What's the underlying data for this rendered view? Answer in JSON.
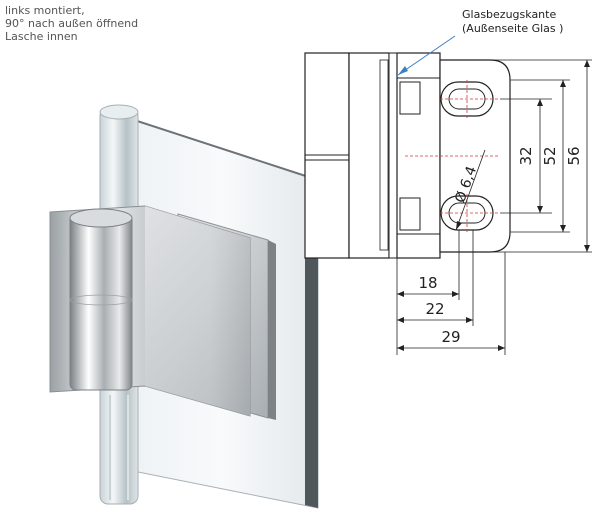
{
  "notes": {
    "mounting_lines": [
      "links montiert,",
      "90° nach außen öffnend",
      "Lasche innen"
    ]
  },
  "drawing": {
    "callout": {
      "line1": "Glasbezugskante",
      "line2": "(Außenseite Glas )"
    },
    "dimensions": {
      "hole_spacing": "32",
      "plate_mid": "52",
      "plate_height": "56",
      "diameter": "Ø 6,4",
      "width_small": "18",
      "width_mid": "22",
      "width_total": "29"
    },
    "callout_color": "#3a7fc4",
    "centerline_color": "#d23a3a"
  },
  "product": {
    "name_icon": "glass-door-hinge-render"
  }
}
